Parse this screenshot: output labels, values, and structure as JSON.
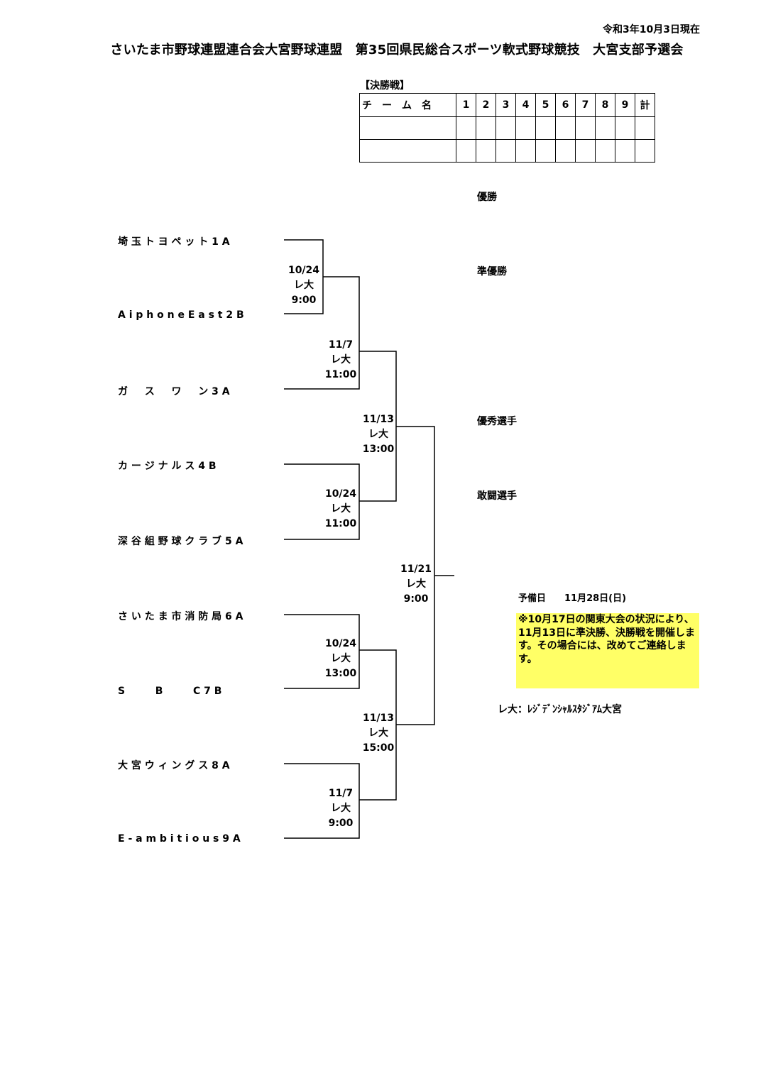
{
  "header": {
    "as_of": "令和3年10月3日現在",
    "title": "さいたま市野球連盟連合会大宮野球連盟　第35回県民総合スポーツ軟式野球競技　大宮支部予選会"
  },
  "scoreboard": {
    "label": "【決勝戦】",
    "team_header": "チ　ー　ム　名",
    "innings": [
      "1",
      "2",
      "3",
      "4",
      "5",
      "6",
      "7",
      "8",
      "9",
      "計"
    ]
  },
  "teams": [
    {
      "name": "埼 玉 ト ヨ ペ ッ ト 1 A"
    },
    {
      "name": "A i p h o n e   E a s t 2 B"
    },
    {
      "name": "ガ 　 ス 　 ワ 　 ン 3 A"
    },
    {
      "name": "カ ー ジ ナ ル ス 4 B"
    },
    {
      "name": "深 谷 組 野 球 ク ラ ブ 5 A"
    },
    {
      "name": "さ い た ま 市 消 防 局 6 A"
    },
    {
      "name": "S 　 　 B 　 　 C 7 B"
    },
    {
      "name": "大 宮 ウ ィ ン グ ス 8 A"
    },
    {
      "name": "E - a m b i t i o u s 9 A"
    }
  ],
  "matches": [
    {
      "date": "10/24",
      "venue": "レ大",
      "time": "9:00"
    },
    {
      "date": "11/7",
      "venue": "レ大",
      "time": "11:00"
    },
    {
      "date": "10/24",
      "venue": "レ大",
      "time": "11:00"
    },
    {
      "date": "11/13",
      "venue": "レ大",
      "time": "13:00"
    },
    {
      "date": "10/24",
      "venue": "レ大",
      "time": "13:00"
    },
    {
      "date": "11/7",
      "venue": "レ大",
      "time": "9:00"
    },
    {
      "date": "11/13",
      "venue": "レ大",
      "time": "15:00"
    },
    {
      "date": "11/21",
      "venue": "レ大",
      "time": "9:00"
    }
  ],
  "awards": {
    "champion": "優勝",
    "runner_up": "準優勝",
    "mvp": "優秀選手",
    "fighting_spirit": "敢闘選手"
  },
  "reserve_day": "予備日　　11月28日(日)",
  "notice": "※10月17日の関東大会の状況により、11月13日に準決勝、決勝戦を開催します。その場合には、改めてご連絡します。",
  "venue_note": "レ大：ﾚｼﾞﾃﾞﾝｼｬﾙｽﾀｼﾞｱﾑ大宮"
}
